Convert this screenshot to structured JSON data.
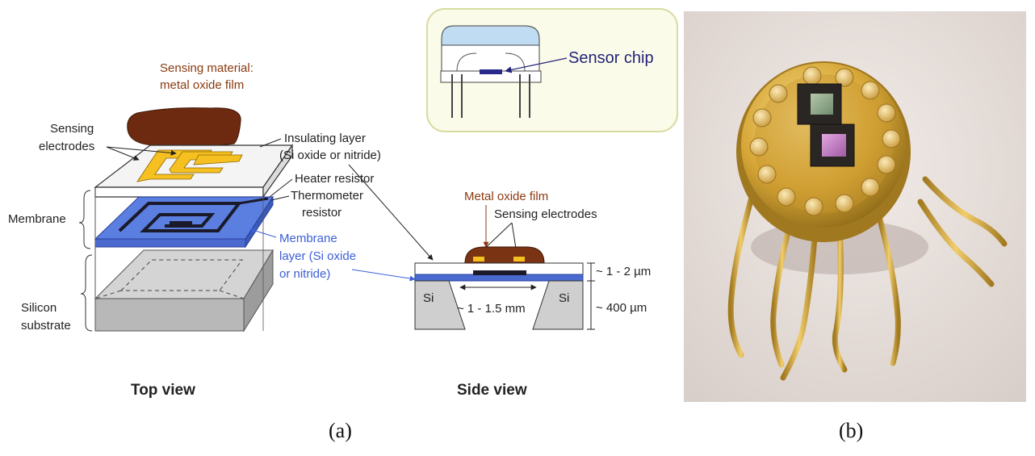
{
  "panel_a": {
    "top_view": {
      "sensing_material_line1": "Sensing material:",
      "sensing_material_line2": "metal oxide film",
      "insulating_line1": "Insulating layer",
      "insulating_line2": "(Si oxide or nitride)",
      "sensing_electrodes_line1": "Sensing",
      "sensing_electrodes_line2": "electrodes",
      "heater": "Heater resistor",
      "thermometer_line1": "Thermometer",
      "thermometer_line2": "resistor",
      "membrane": "Membrane",
      "membrane_layer_line1": "Membrane",
      "membrane_layer_line2": "layer (Si oxide",
      "membrane_layer_line3": "or nitride)",
      "silicon_line1": "Silicon",
      "silicon_line2": "substrate",
      "title": "Top view"
    },
    "side_view": {
      "sensor_chip": "Sensor chip",
      "metal_oxide": "Metal oxide film",
      "sensing_electrodes": "Sensing electrodes",
      "thickness_top": "~ 1 - 2 µm",
      "thickness_bottom": "~ 400 µm",
      "si_left": "Si",
      "si_right": "Si",
      "width": "~ 1 - 1.5 mm",
      "title": "Side view"
    },
    "caption": "(a)"
  },
  "panel_b": {
    "caption": "(b)"
  },
  "colors": {
    "brown_text": "#8a3a10",
    "blue_text": "#3b5fd6",
    "navy_text": "#23237a",
    "membrane_blue": "#5b7fe0",
    "oxide_brown": "#7a3414",
    "electrode_gold": "#f5c020",
    "gold_package": "#d8a93a"
  }
}
